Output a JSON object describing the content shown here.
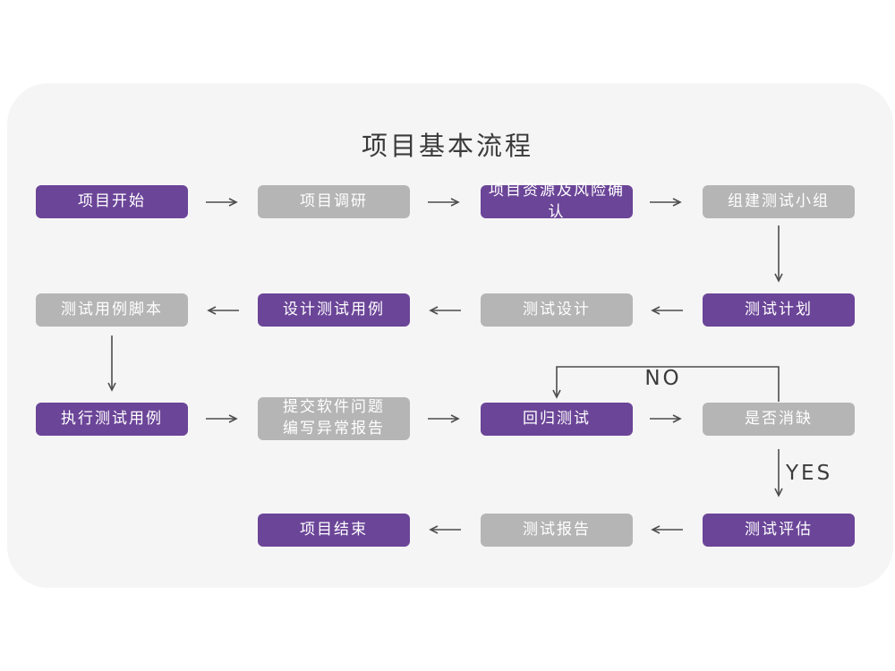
{
  "title": "项目基本流程",
  "colors": {
    "panel_bg": "#F6F5F6",
    "node_purple": "#6B4598",
    "node_gray": "#B6B5B6",
    "node_text": "#FFFFFF",
    "arrow": "#4D4D4D",
    "heading_text": "#3B3B3B"
  },
  "nodes": [
    {
      "text": "项目开始",
      "variant": "purple"
    },
    {
      "text": "项目调研",
      "variant": "gray"
    },
    {
      "text": "项目资源及风险确认",
      "variant": "purple"
    },
    {
      "text": "组建测试小组",
      "variant": "gray"
    },
    {
      "text": "测试计划",
      "variant": "purple"
    },
    {
      "text": "测试设计",
      "variant": "gray"
    },
    {
      "text": "设计测试用例",
      "variant": "purple"
    },
    {
      "text": "测试用例脚本",
      "variant": "gray"
    },
    {
      "text": "执行测试用例",
      "variant": "purple"
    },
    {
      "text": "提交软件问题\n编写异常报告",
      "variant": "gray"
    },
    {
      "text": "回归测试",
      "variant": "purple"
    },
    {
      "text": "是否消缺",
      "variant": "gray"
    },
    {
      "text": "测试评估",
      "variant": "purple"
    },
    {
      "text": "测试报告",
      "variant": "gray"
    },
    {
      "text": "项目结束",
      "variant": "purple"
    }
  ],
  "edges": [
    {
      "from": "项目开始",
      "to": "项目调研",
      "label": ""
    },
    {
      "from": "项目调研",
      "to": "项目资源及风险确认",
      "label": ""
    },
    {
      "from": "项目资源及风险确认",
      "to": "组建测试小组",
      "label": ""
    },
    {
      "from": "组建测试小组",
      "to": "测试计划",
      "label": ""
    },
    {
      "from": "测试计划",
      "to": "测试设计",
      "label": ""
    },
    {
      "from": "测试设计",
      "to": "设计测试用例",
      "label": ""
    },
    {
      "from": "设计测试用例",
      "to": "测试用例脚本",
      "label": ""
    },
    {
      "from": "测试用例脚本",
      "to": "执行测试用例",
      "label": ""
    },
    {
      "from": "执行测试用例",
      "to": "提交软件问题编写异常报告",
      "label": ""
    },
    {
      "from": "提交软件问题编写异常报告",
      "to": "回归测试",
      "label": ""
    },
    {
      "from": "回归测试",
      "to": "是否消缺",
      "label": ""
    },
    {
      "from": "是否消缺",
      "to": "回归测试",
      "label": "NO"
    },
    {
      "from": "是否消缺",
      "to": "测试评估",
      "label": "YES"
    },
    {
      "from": "测试评估",
      "to": "测试报告",
      "label": ""
    },
    {
      "from": "测试报告",
      "to": "项目结束",
      "label": ""
    }
  ]
}
